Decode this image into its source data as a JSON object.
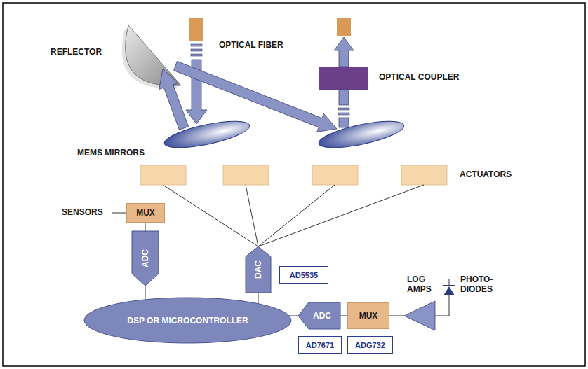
{
  "diagram": {
    "nodes": [
      {
        "text": [
          "MUX"
        ]
      },
      {
        "text": [
          "ADC"
        ]
      },
      {
        "text": [
          "DAC"
        ]
      },
      {
        "text": [
          "AD5535"
        ]
      },
      {
        "text": [
          "DSP OR MICROCONTROLLER"
        ]
      },
      {
        "text": [
          "ADC"
        ]
      },
      {
        "text": [
          "AD7671"
        ]
      },
      {
        "text": [
          "MUX"
        ]
      },
      {
        "text": [
          "ADG732"
        ]
      }
    ],
    "edges": [
      {
        "from": 0,
        "to": 1,
        "arrow": "none"
      },
      {
        "from": 1,
        "to": 4,
        "arrow": "none"
      },
      {
        "from": 2,
        "to": 4,
        "arrow": "none"
      },
      {
        "from": 4,
        "to": 5,
        "arrow": "none"
      },
      {
        "from": 5,
        "to": 7,
        "arrow": "none"
      }
    ],
    "labels": [
      "REFLECTOR",
      "OPTICAL FIBER",
      "OPTICAL COUPLER",
      "MEMS MIRRORS",
      "ACTUATORS",
      "SENSORS",
      "LOG AMPS",
      "PHOTO- DIODES"
    ]
  }
}
